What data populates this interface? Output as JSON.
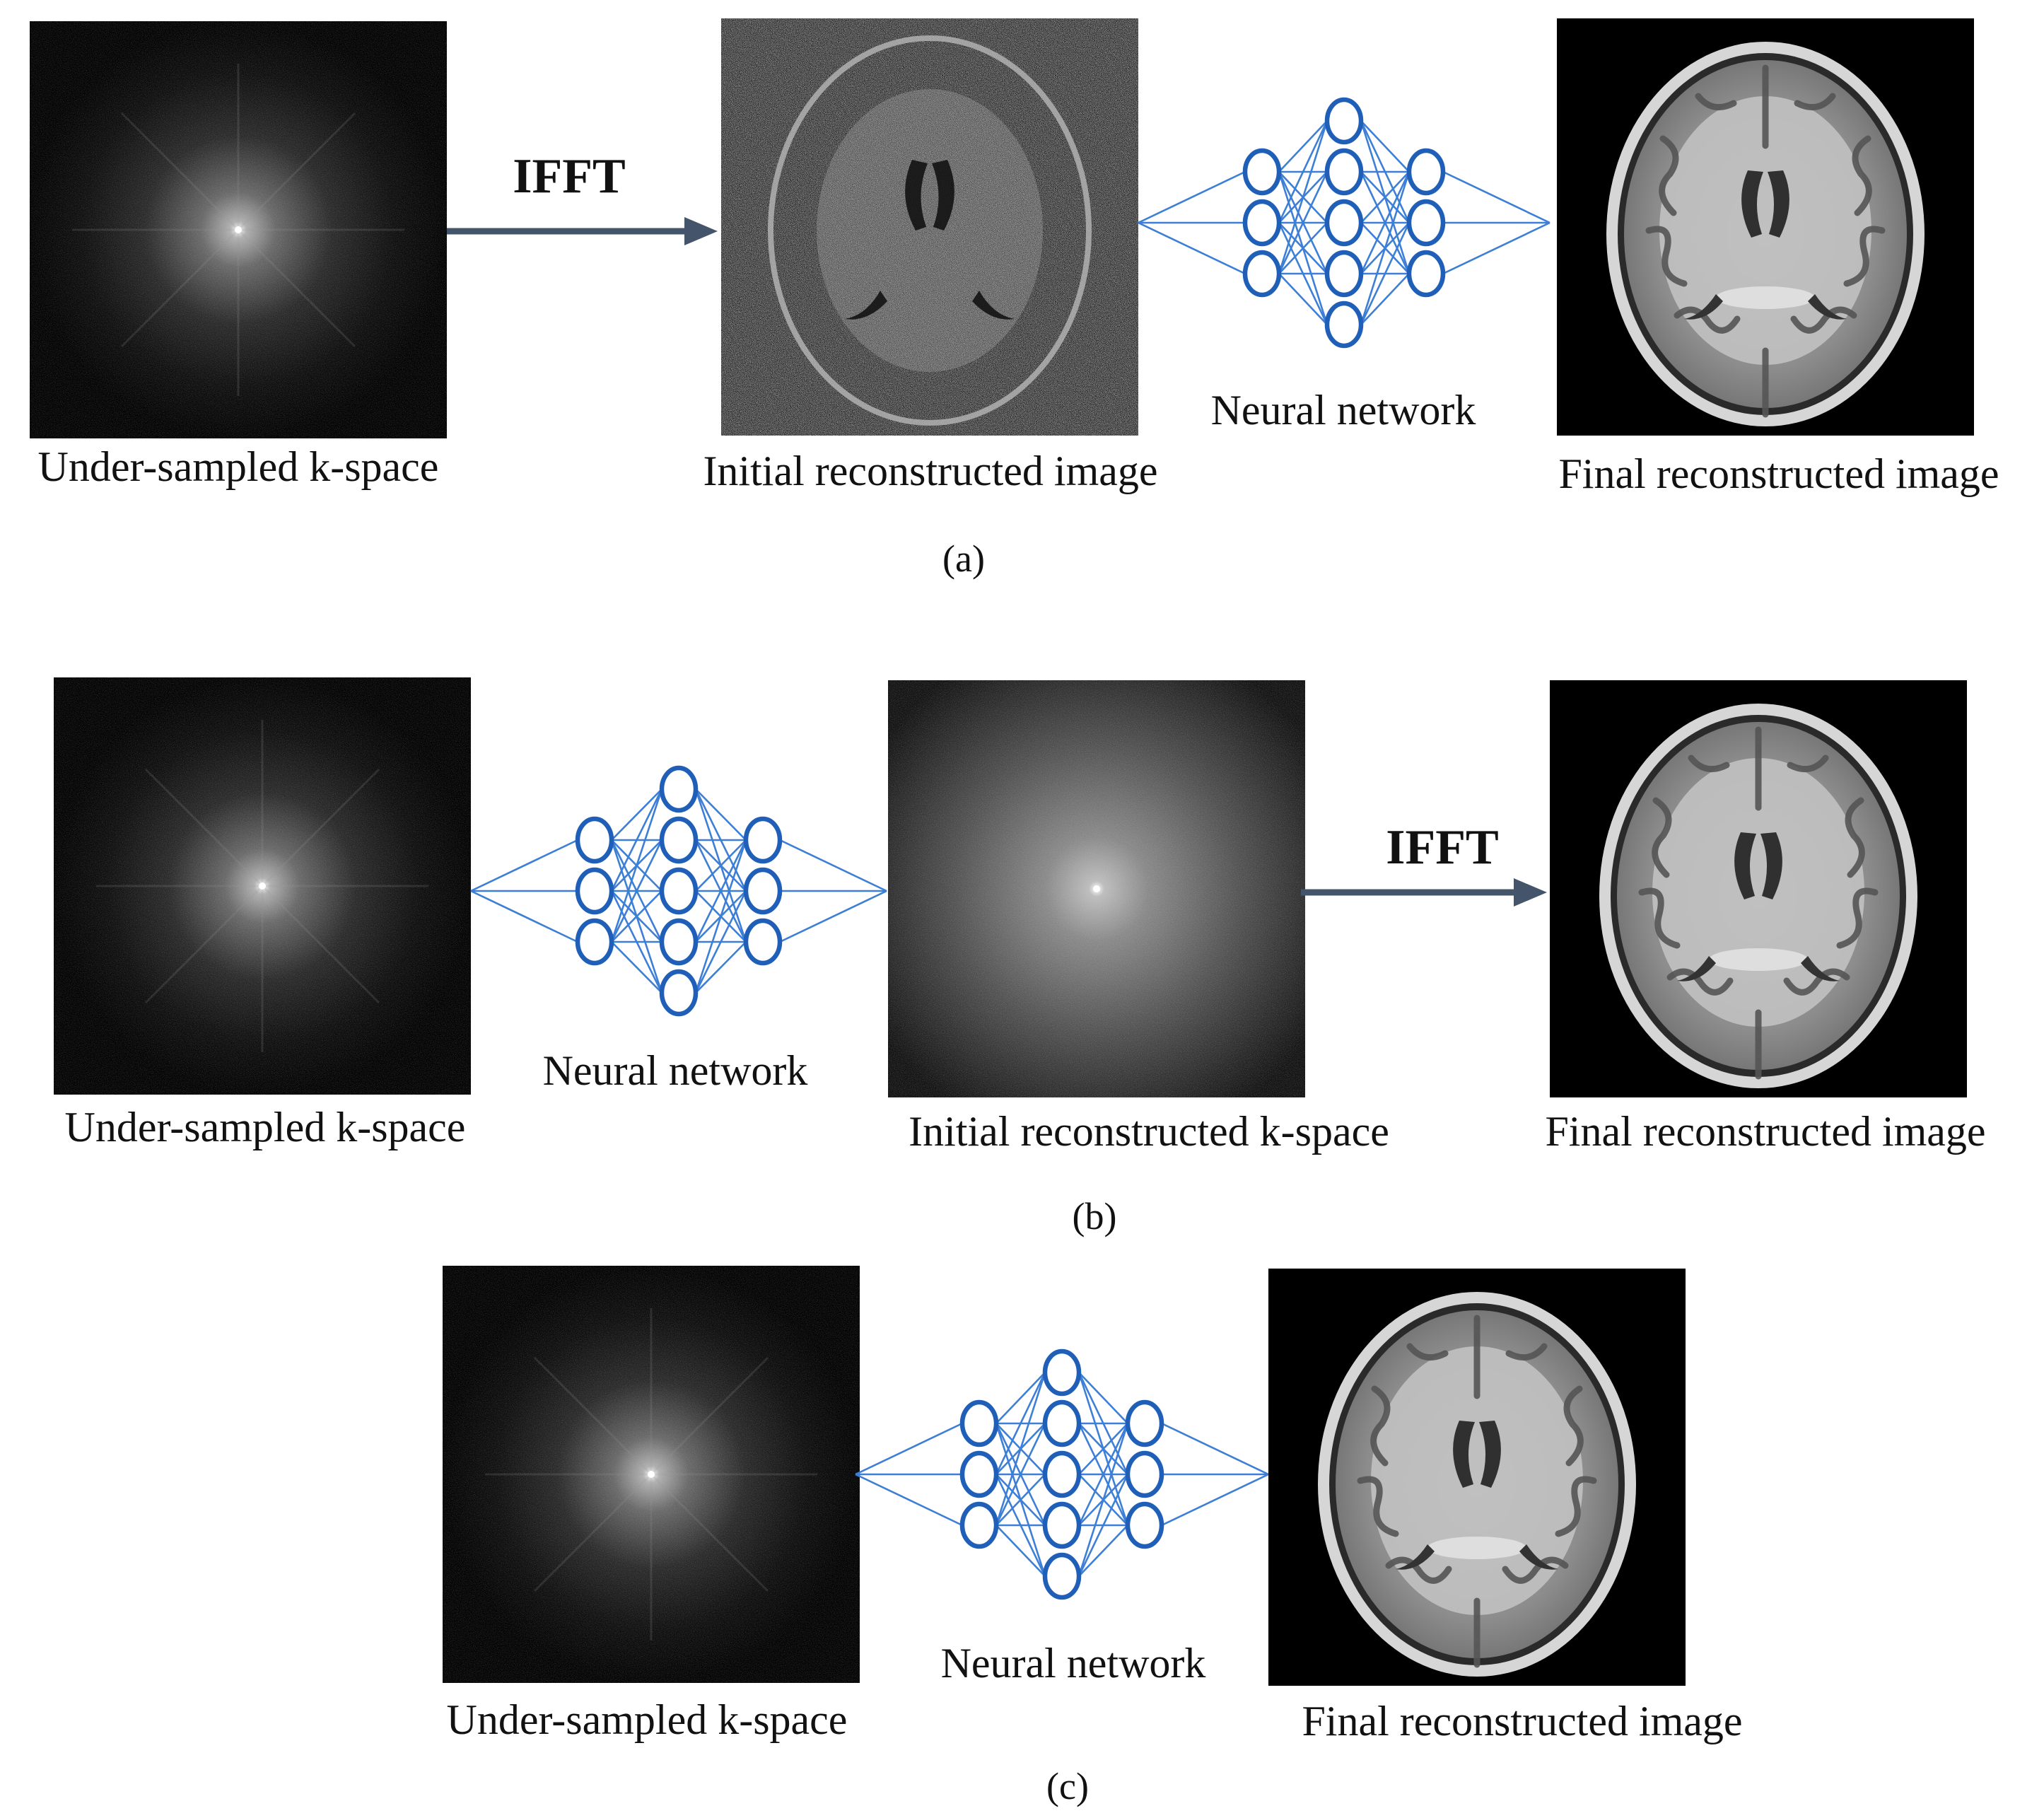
{
  "panels": {
    "a": {
      "caption": "(a)",
      "kspace_label": "Under-sampled k-space",
      "op_label": "IFFT",
      "mid_label": "Initial reconstructed image",
      "nn_label": "Neural network",
      "final_label": "Final reconstructed image"
    },
    "b": {
      "caption": "(b)",
      "kspace_label": "Under-sampled k-space",
      "nn_label": "Neural network",
      "mid_label": "Initial reconstructed k-space",
      "op_label": "IFFT",
      "final_label": "Final reconstructed image"
    },
    "c": {
      "caption": "(c)",
      "kspace_label": "Under-sampled k-space",
      "nn_label": "Neural network",
      "final_label": "Final reconstructed image"
    }
  },
  "neural_network": {
    "layers": [
      3,
      5,
      3
    ]
  },
  "colors": {
    "network_node": "#1f5fb8",
    "network_edge": "#3d7fd6",
    "arrow": "#44546a"
  }
}
